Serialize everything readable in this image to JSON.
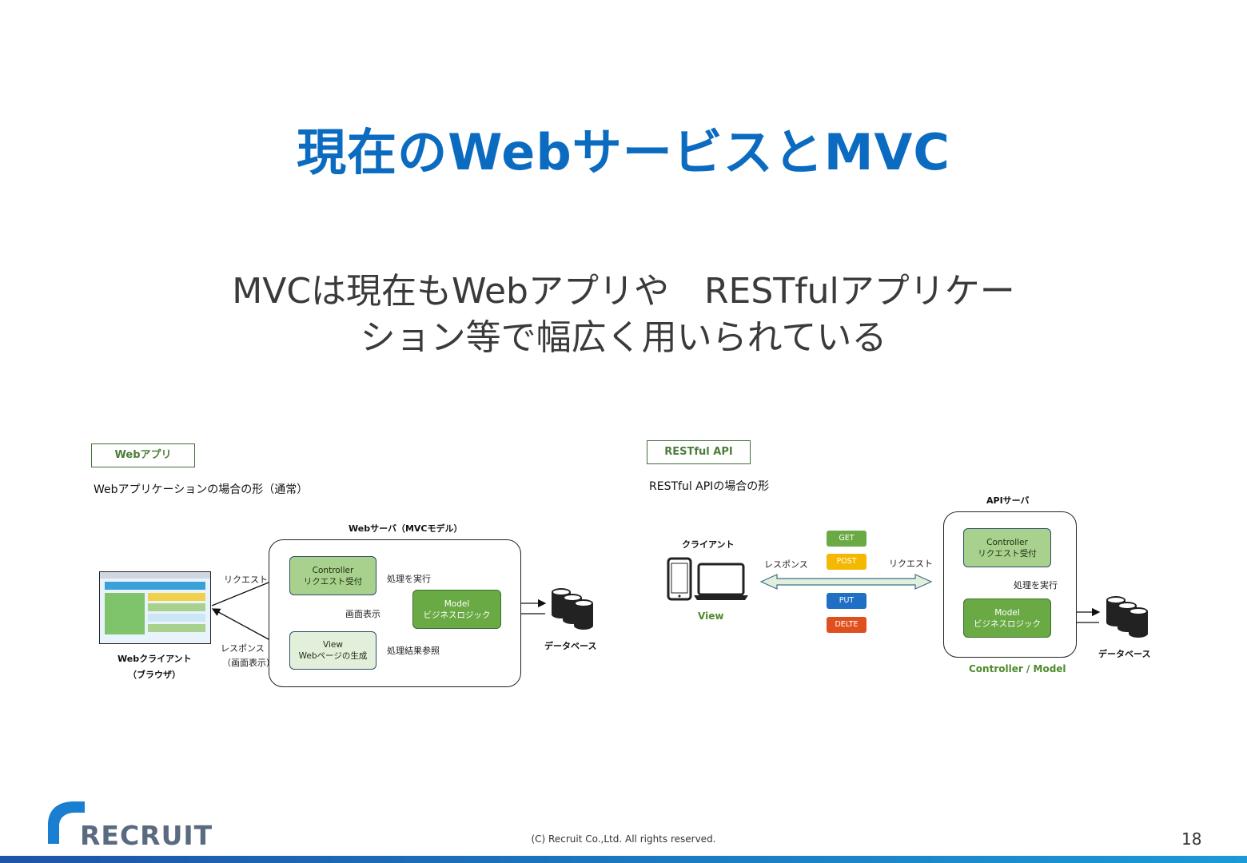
{
  "slide": {
    "title": "現在のWebサービスとMVC",
    "subtitle_line1": "MVCは現在もWebアプリや　RESTfulアプリケー",
    "subtitle_line2": "ション等で幅広く用いられている",
    "page_number": "18",
    "copyright": "(C) Recruit Co.,Ltd. All rights reserved.",
    "logo_text": "RECRUIT"
  },
  "webapp": {
    "tag": "Webアプリ",
    "caption": "Webアプリケーションの場合の形（通常）",
    "server_label": "Webサーバ（MVCモデル）",
    "controller_title": "Controller",
    "controller_sub": "リクエスト受付",
    "view_title": "View",
    "view_sub": "Webページの生成",
    "model_title": "Model",
    "model_sub": "ビジネスロジック",
    "label_request": "リクエスト",
    "label_response": "レスポンス",
    "label_response2": "（画面表示）",
    "label_execute": "処理を実行",
    "label_display": "画面表示",
    "label_refer": "処理結果参照",
    "client_label1": "Webクライアント",
    "client_label2": "（ブラウザ）",
    "db_label": "データベース"
  },
  "restful": {
    "tag": "RESTful API",
    "caption": "RESTful APIの場合の形",
    "server_label": "APIサーバ",
    "client_label": "クライアント",
    "view_label": "View",
    "label_response": "レスポンス",
    "label_request": "リクエスト",
    "methods": [
      "GET",
      "POST",
      "PUT",
      "DELTE"
    ],
    "controller_title": "Controller",
    "controller_sub": "リクエスト受付",
    "label_execute": "処理を実行",
    "model_title": "Model",
    "model_sub": "ビジネスロジック",
    "server_caption": "Controller / Model",
    "db_label": "データベース"
  },
  "colors": {
    "title": "#0b6bc0",
    "get": "#6aaa45",
    "post": "#f5b800",
    "put": "#1f6fc4",
    "delete": "#e0501e"
  }
}
